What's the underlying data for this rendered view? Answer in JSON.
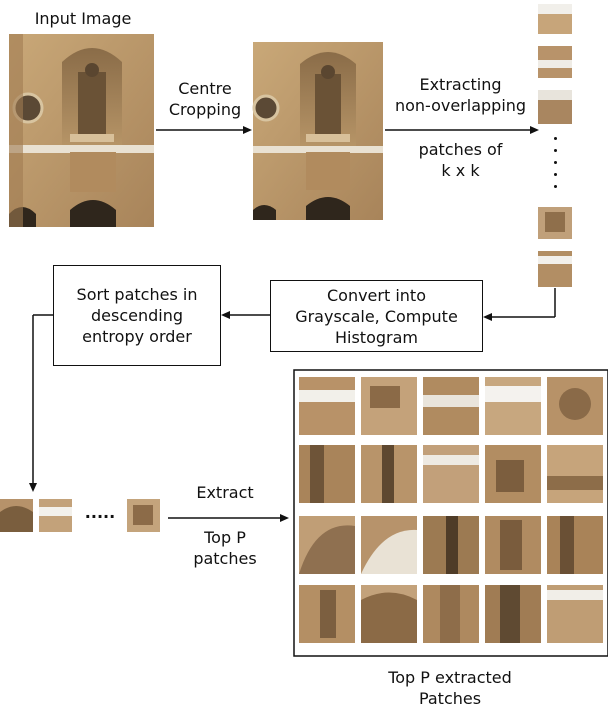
{
  "labels": {
    "input_image": "Input Image",
    "centre_cropping": "Centre\nCropping",
    "extracting_1": "Extracting\nnon-overlapping",
    "extracting_2": "patches of\nk x k",
    "convert_box": "Convert into\nGrayscale, Compute\nHistogram",
    "sort_box": "Sort patches in\ndescending\nentropy order",
    "extract_1": "Extract",
    "extract_2": "Top P\npatches",
    "ellipsis": ".....",
    "top_p_caption": "Top P extracted\nPatches"
  },
  "colors": {
    "stone_light": "#d9bf98",
    "stone_mid": "#b48f63",
    "stone_dark": "#6f5639",
    "shadow": "#3b2f22",
    "snow": "#f4f4f2",
    "line": "#111111"
  }
}
